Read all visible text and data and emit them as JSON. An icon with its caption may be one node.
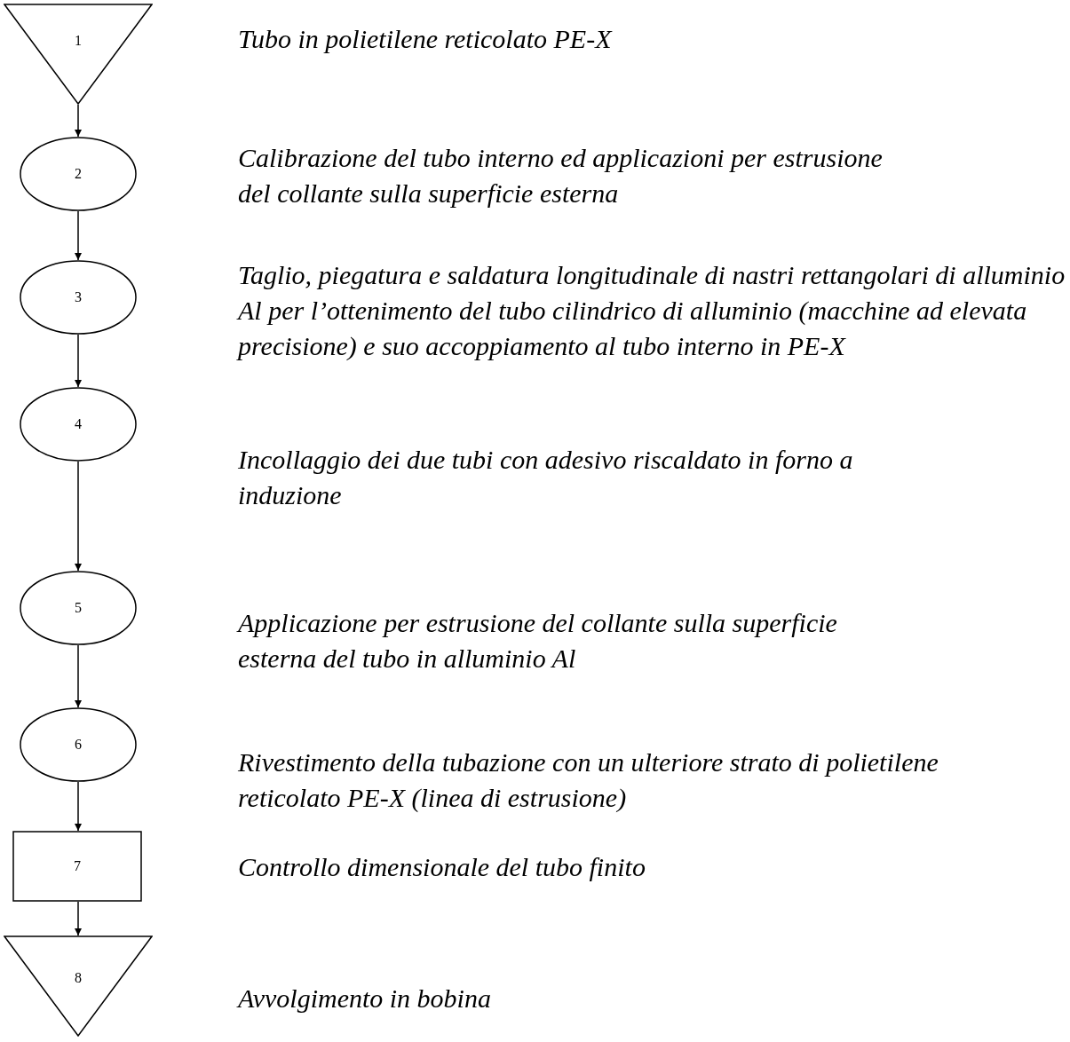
{
  "diagram": {
    "nodes": [
      {
        "text": [
          "1"
        ],
        "beside": [
          "Tubo in polietilene reticolato PE-X"
        ]
      },
      {
        "text": [
          "2"
        ],
        "beside": [
          "Calibrazione del tubo interno ed applicazioni per estrusione del collante sulla superficie esterna"
        ]
      },
      {
        "text": [
          "3"
        ],
        "beside": [
          "Taglio, piegatura e saldatura longitudinale di nastri rettangolari di alluminio Al per l’ottenimento del tubo cilindrico di alluminio (macchine ad elevata precisione) e suo accoppiamento al tubo interno in PE-X"
        ]
      },
      {
        "text": [
          "4"
        ],
        "beside": [
          "Incollaggio dei due tubi con adesivo riscaldato in forno a induzione"
        ]
      },
      {
        "text": [
          "5"
        ],
        "beside": [
          "Applicazione per estrusione del collante sulla superficie esterna del tubo in alluminio Al"
        ]
      },
      {
        "text": [
          "6"
        ],
        "beside": [
          "Rivestimento della tubazione con un ulteriore strato di polietilene reticolato PE-X (linea di estrusione)"
        ]
      },
      {
        "text": [
          "7"
        ],
        "beside": [
          "Controllo dimensionale del tubo finito"
        ]
      },
      {
        "text": [
          "8"
        ],
        "beside": [
          "Avvolgimento in bobina"
        ]
      }
    ],
    "edges": [
      {
        "from": 0,
        "to": 1,
        "arrow": "to"
      },
      {
        "from": 1,
        "to": 2,
        "arrow": "to"
      },
      {
        "from": 2,
        "to": 3,
        "arrow": "to"
      },
      {
        "from": 3,
        "to": 4,
        "arrow": "to"
      },
      {
        "from": 4,
        "to": 5,
        "arrow": "to"
      },
      {
        "from": 5,
        "to": 6,
        "arrow": "to"
      },
      {
        "from": 6,
        "to": 7,
        "arrow": "to"
      }
    ]
  }
}
